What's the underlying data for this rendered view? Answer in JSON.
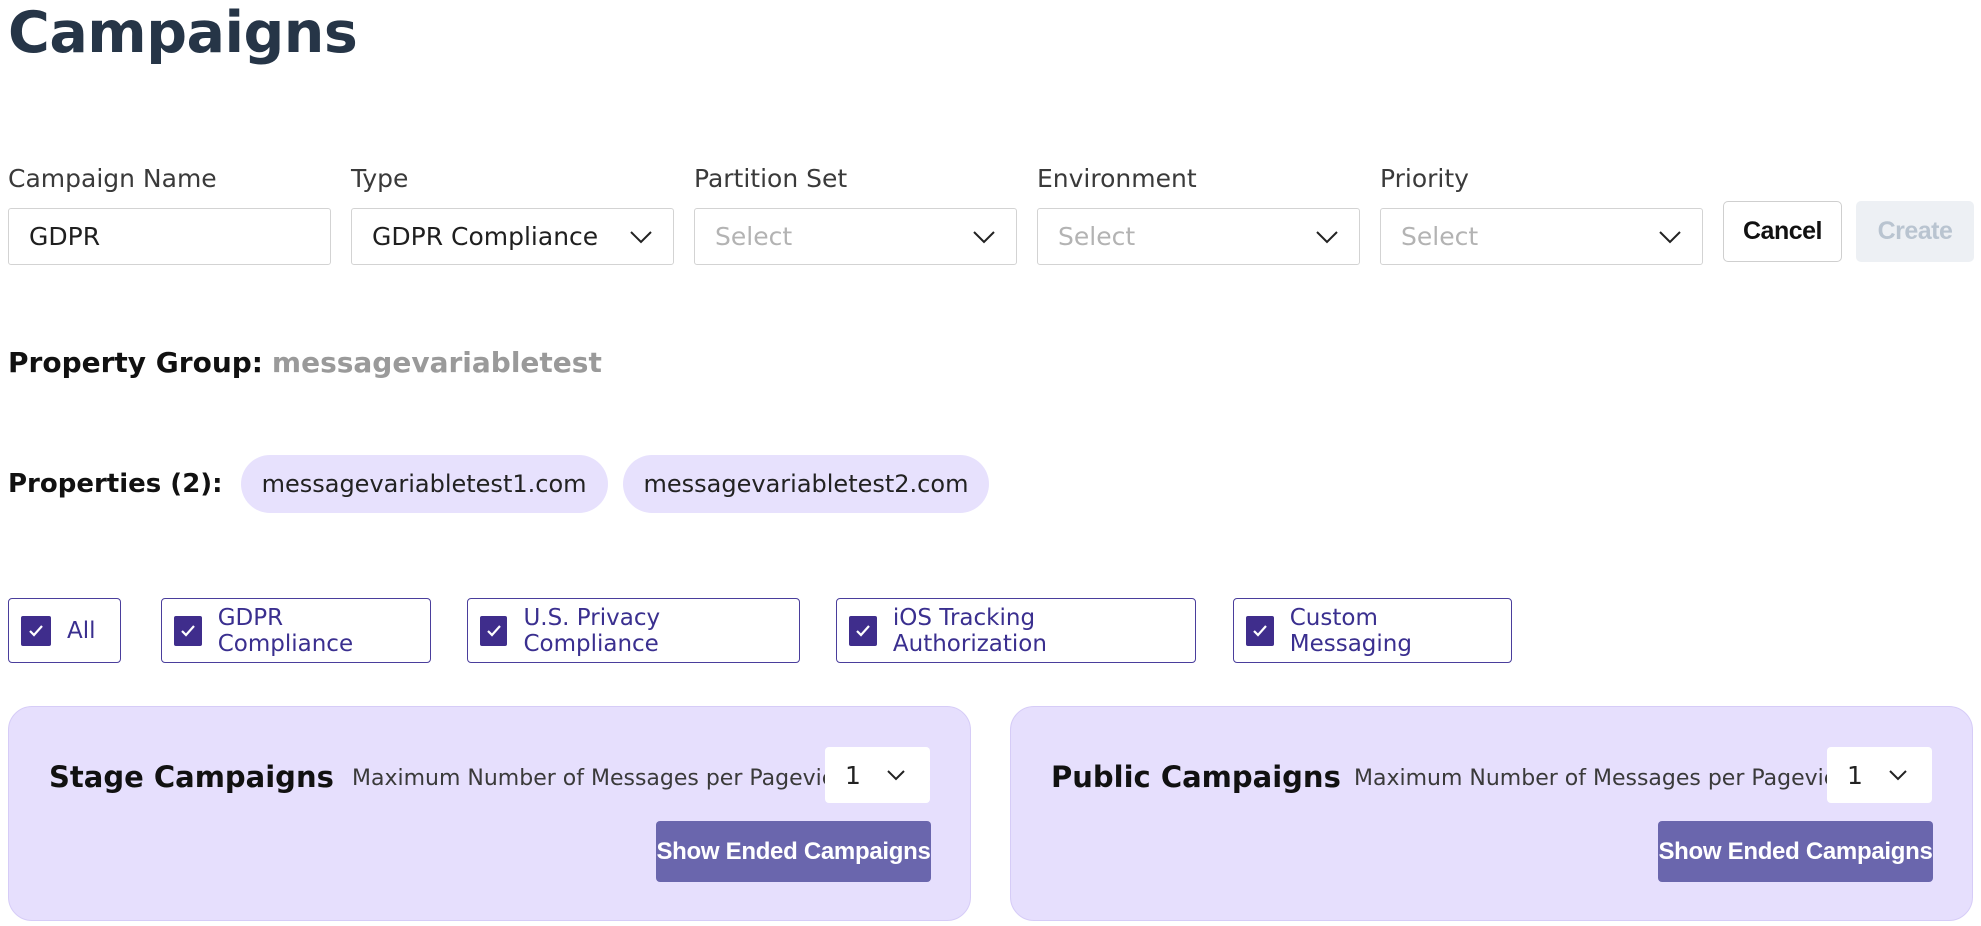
{
  "page": {
    "title": "Campaigns"
  },
  "form": {
    "campaign_name": {
      "label": "Campaign Name",
      "value": "GDPR"
    },
    "type": {
      "label": "Type",
      "value": "GDPR Compliance"
    },
    "partition_set": {
      "label": "Partition Set",
      "placeholder": "Select"
    },
    "environment": {
      "label": "Environment",
      "placeholder": "Select"
    },
    "priority": {
      "label": "Priority",
      "placeholder": "Select"
    },
    "cancel_label": "Cancel",
    "create_label": "Create"
  },
  "property_group": {
    "label": "Property Group:",
    "value": "messagevariabletest"
  },
  "properties": {
    "label": "Properties (2):",
    "items": [
      "messagevariabletest1.com",
      "messagevariabletest2.com"
    ]
  },
  "filters": [
    {
      "label": "All",
      "checked": true
    },
    {
      "label": "GDPR Compliance",
      "checked": true
    },
    {
      "label": "U.S. Privacy Compliance",
      "checked": true
    },
    {
      "label": "iOS Tracking Authorization",
      "checked": true
    },
    {
      "label": "Custom Messaging",
      "checked": true
    }
  ],
  "panels": {
    "stage": {
      "title": "Stage Campaigns",
      "max_label": "Maximum Number of Messages per Pageview:",
      "max_value": "1",
      "button_label": "Show Ended Campaigns"
    },
    "public": {
      "title": "Public Campaigns",
      "max_label": "Maximum Number of Messages per Pageview:",
      "max_value": "1",
      "button_label": "Show Ended Campaigns"
    }
  },
  "colors": {
    "accent": "#3f2d8c",
    "panel_bg": "#e6dffd",
    "chip_bg": "#e7e1fd",
    "button": "#6a66ad",
    "title": "#263547"
  }
}
